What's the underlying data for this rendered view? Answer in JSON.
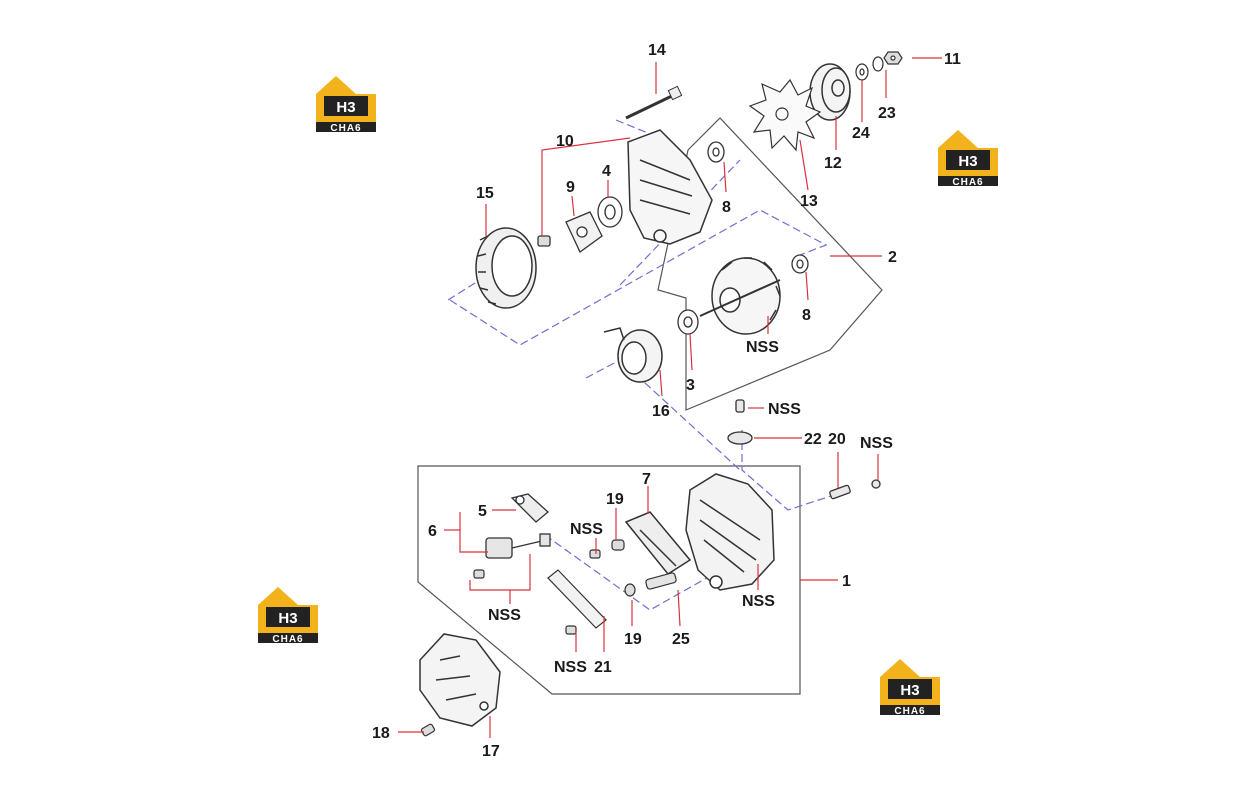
{
  "colors": {
    "leader": "#d9323f",
    "dash": "#6f6fd0",
    "part": "#333333",
    "box": "#444444",
    "logo_yellow": "#f2b21b",
    "logo_dark": "#222222"
  },
  "logos": [
    {
      "mark": "H3",
      "caption": "CHA6"
    },
    {
      "mark": "H3",
      "caption": "CHA6"
    },
    {
      "mark": "H3",
      "caption": "CHA6"
    },
    {
      "mark": "H3",
      "caption": "CHA6"
    }
  ],
  "callouts": [
    {
      "id": "c14",
      "text": "14"
    },
    {
      "id": "c11",
      "text": "11"
    },
    {
      "id": "c23",
      "text": "23"
    },
    {
      "id": "c24",
      "text": "24"
    },
    {
      "id": "c12",
      "text": "12"
    },
    {
      "id": "c13",
      "text": "13"
    },
    {
      "id": "c10",
      "text": "10"
    },
    {
      "id": "c9",
      "text": "9"
    },
    {
      "id": "c4",
      "text": "4"
    },
    {
      "id": "c8a",
      "text": "8"
    },
    {
      "id": "c15",
      "text": "15"
    },
    {
      "id": "c2",
      "text": "2"
    },
    {
      "id": "c8b",
      "text": "8"
    },
    {
      "id": "c nssa",
      "text": "NSS"
    },
    {
      "id": "c3",
      "text": "3"
    },
    {
      "id": "c16",
      "text": "16"
    },
    {
      "id": "cnssb",
      "text": "NSS"
    },
    {
      "id": "c22",
      "text": "22"
    },
    {
      "id": "c20",
      "text": "20"
    },
    {
      "id": "cnssc",
      "text": "NSS"
    },
    {
      "id": "c7",
      "text": "7"
    },
    {
      "id": "c19a",
      "text": "19"
    },
    {
      "id": "c5",
      "text": "5"
    },
    {
      "id": "cnssd",
      "text": "NSS"
    },
    {
      "id": "c6",
      "text": "6"
    },
    {
      "id": "c1",
      "text": "1"
    },
    {
      "id": "cnsse",
      "text": "NSS"
    },
    {
      "id": "cnssf",
      "text": "NSS"
    },
    {
      "id": "c19b",
      "text": "19"
    },
    {
      "id": "c25",
      "text": "25"
    },
    {
      "id": "cnssg",
      "text": "NSS"
    },
    {
      "id": "c21",
      "text": "21"
    },
    {
      "id": "c18",
      "text": "18"
    },
    {
      "id": "c17",
      "text": "17"
    }
  ]
}
